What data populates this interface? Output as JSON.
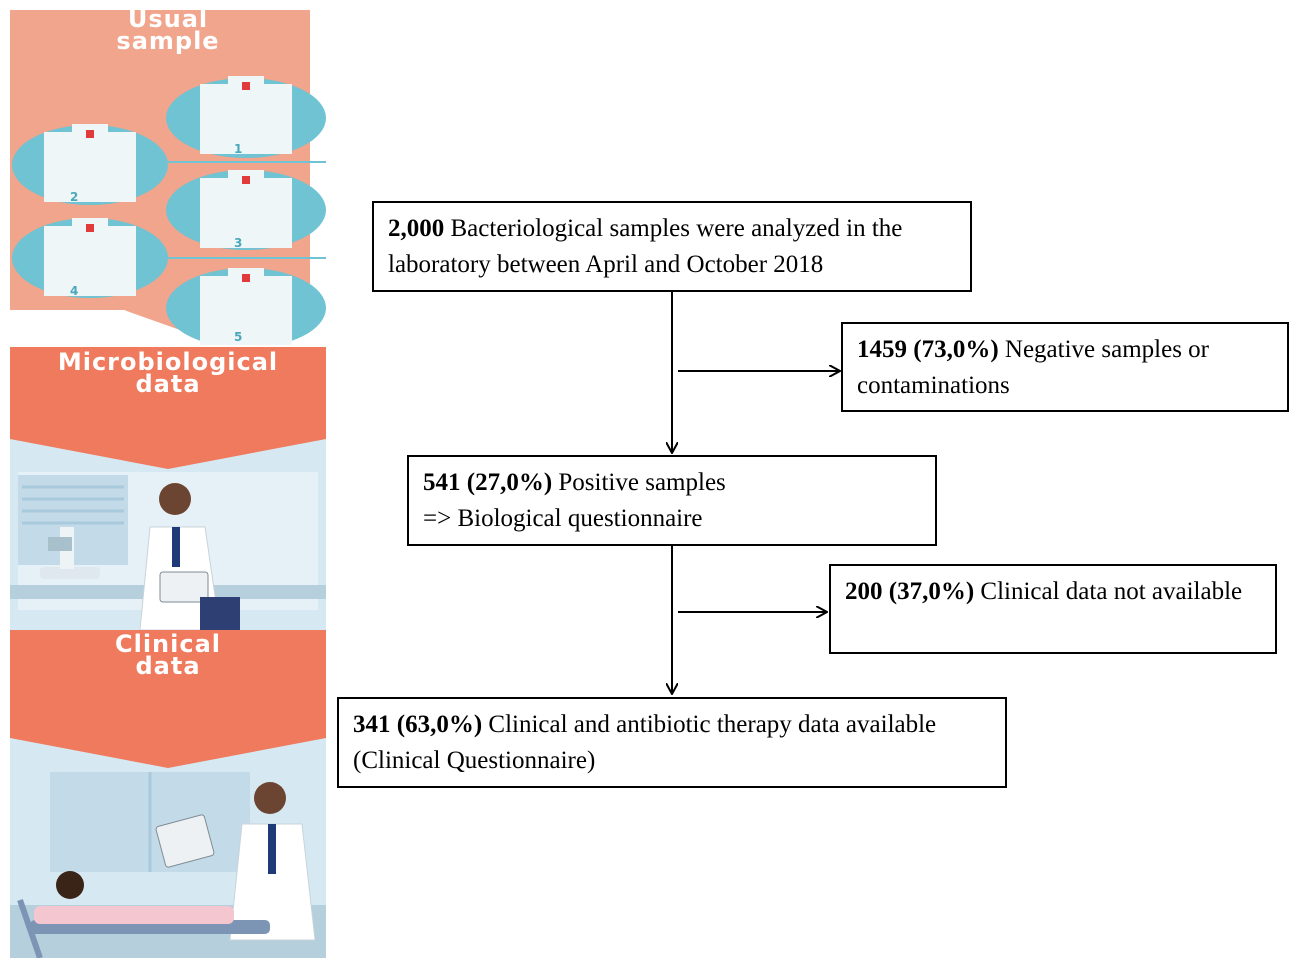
{
  "panels": {
    "usual_sample": {
      "title_line1": "Usual",
      "title_line2": "sample",
      "hospital_numbers": [
        "1",
        "2",
        "3",
        "4",
        "5"
      ]
    },
    "microbiological": {
      "title_line1": "Microbiological",
      "title_line2": "data"
    },
    "clinical": {
      "title_line1": "Clinical",
      "title_line2": "data"
    }
  },
  "flow": {
    "box1": {
      "bold": "2,000",
      "text": " Bacteriological samples were analyzed in the laboratory between April and October 2018"
    },
    "box2": {
      "bold": "1459 (73,0%)",
      "text": " Negative samples or contaminations"
    },
    "box3": {
      "bold": "541 (27,0%)",
      "text": " Positive samples",
      "line2": "=> Biological questionnaire"
    },
    "box4": {
      "bold": "200 (37,0%)",
      "text": " Clinical data not available"
    },
    "box5": {
      "bold": "341 (63,0%)",
      "text": " Clinical and antibiotic therapy data available (Clinical Questionnaire)"
    }
  },
  "colors": {
    "salmon": "#f0a58c",
    "coral": "#ef7a5d",
    "hospital_blue": "#6fc3d2",
    "lab_bg": "#d6e9f3"
  }
}
